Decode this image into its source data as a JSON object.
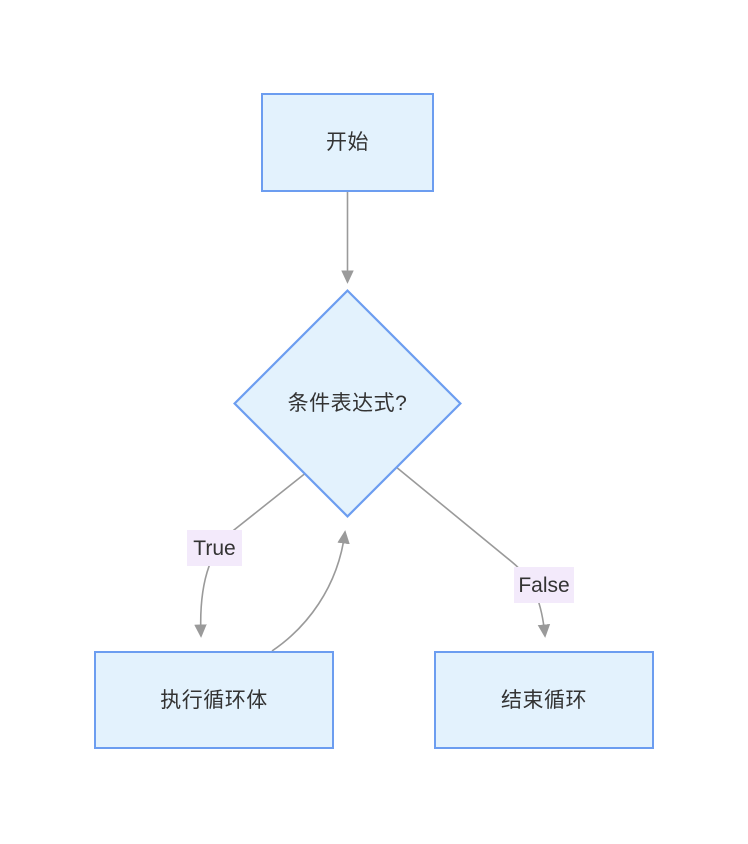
{
  "diagram": {
    "title": "while-loop-flowchart",
    "background": "#ffffff",
    "node_fill": "#e3f2fd",
    "node_stroke": "#6c9df0",
    "edge_stroke": "#9a9a9a",
    "text_color": "#333333",
    "label_background": "#f3eafb"
  },
  "nodes": {
    "start": {
      "text": "开始",
      "shape": "rectangle"
    },
    "condition": {
      "text": "条件表达式?",
      "shape": "diamond"
    },
    "loop_body": {
      "text": "执行循环体",
      "shape": "rectangle"
    },
    "end_loop": {
      "text": "结束循环",
      "shape": "rectangle"
    }
  },
  "edges": {
    "start_to_condition": {
      "label": ""
    },
    "condition_to_loop_body": {
      "label": "True"
    },
    "condition_to_end_loop": {
      "label": "False"
    },
    "loop_body_to_condition": {
      "label": ""
    }
  }
}
